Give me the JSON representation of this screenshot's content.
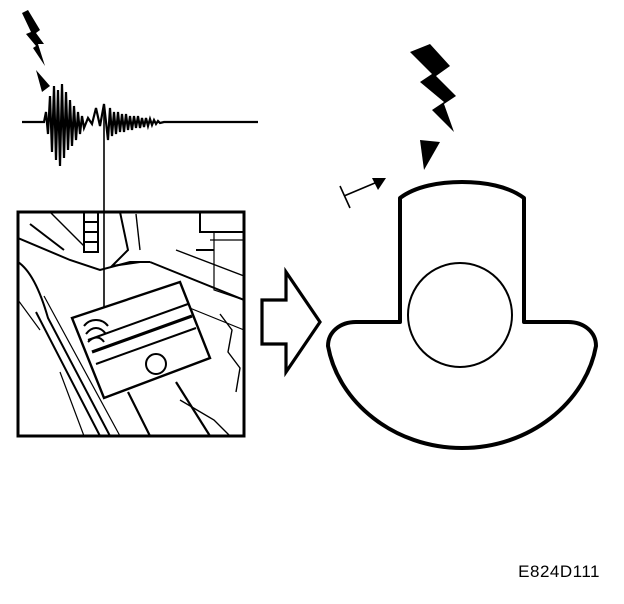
{
  "figure": {
    "code": "E824D111"
  },
  "colors": {
    "ink": "#000000",
    "paper": "#ffffff"
  },
  "elements": {
    "left_spark_icon": "lightning-bolt",
    "right_spark_icon": "lightning-bolt",
    "direction_arrow_icon": "hollow-right-arrow"
  }
}
